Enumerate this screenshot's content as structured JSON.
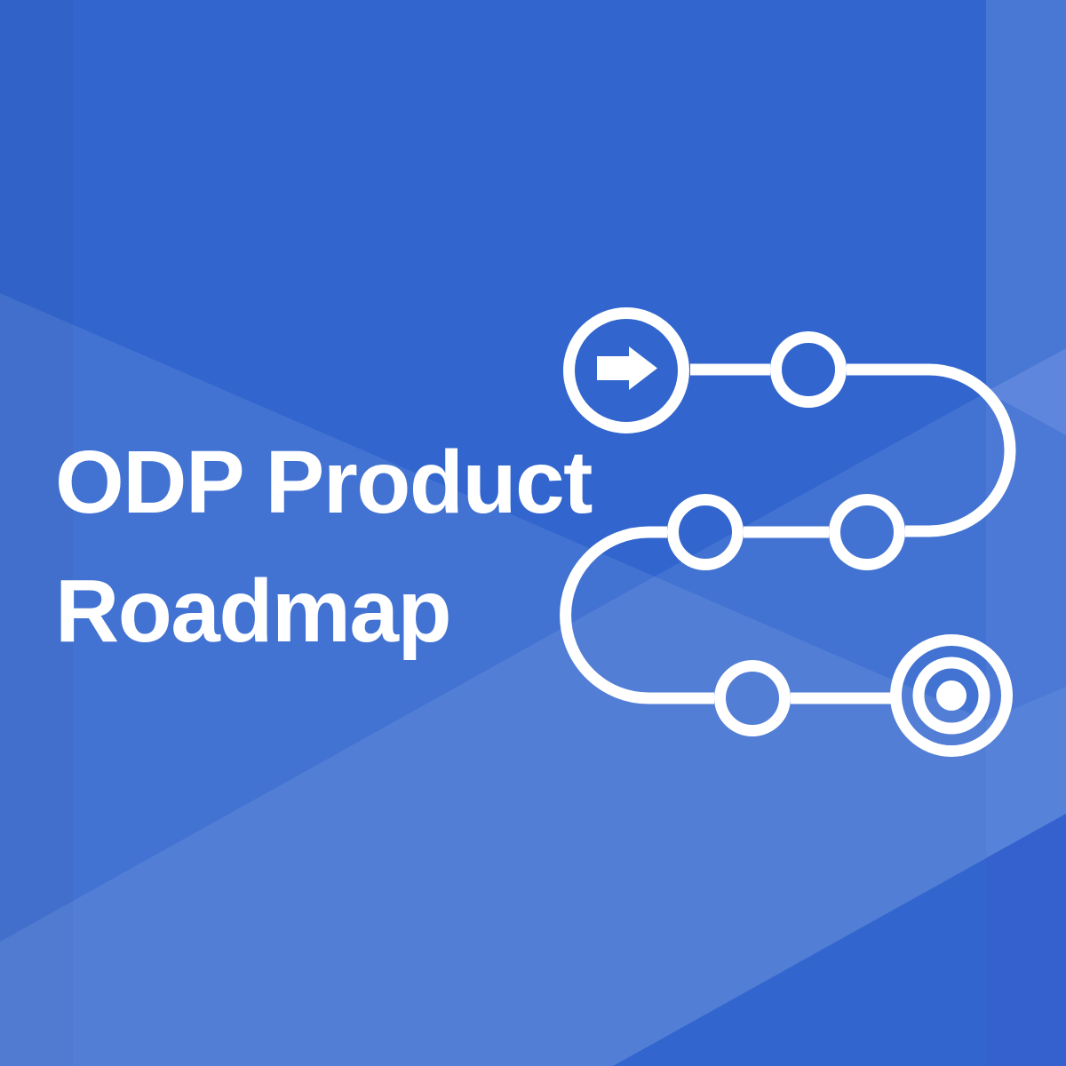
{
  "banner": {
    "title_line1": "ODP Product",
    "title_line2": "Roadmap"
  },
  "colors": {
    "background": "#3266CE",
    "background_left_edge": "#2F62C9",
    "overlay_light": "#4373D2",
    "overlay_lighter": "#527DD6",
    "right_band_top": "#4877D4",
    "right_band_wedge": "#5E86DC",
    "right_band_mid1": "#4C79D5",
    "right_band_mid2": "#5682DA",
    "right_band_bottom": "#3561CE",
    "icon": "#FFFFFF",
    "text": "#FFFFFF"
  },
  "icon": {
    "name": "roadmap-route-icon",
    "start": "arrow-circle",
    "milestones": 4,
    "end": "bullseye-target"
  }
}
